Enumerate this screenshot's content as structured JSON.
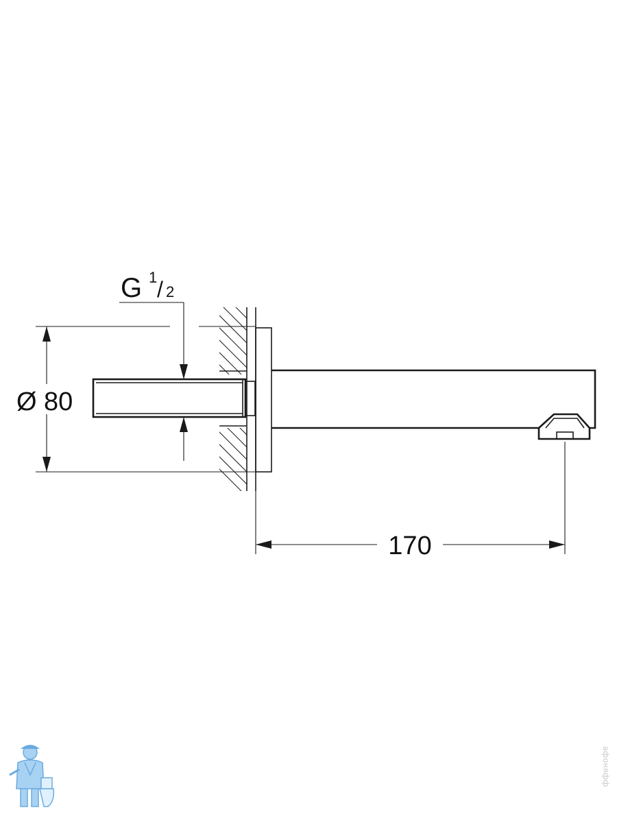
{
  "dimensions": {
    "thread": {
      "prefix": "G",
      "numerator": "1",
      "slash": "/",
      "denominator": "2"
    },
    "diameter": {
      "symbol": "Ø",
      "value": "80"
    },
    "projection": {
      "value": "170"
    }
  },
  "watermark": {
    "text": "афоняфф"
  },
  "colors": {
    "line": "#1a1a1a",
    "logo": "#3a8fd6"
  }
}
